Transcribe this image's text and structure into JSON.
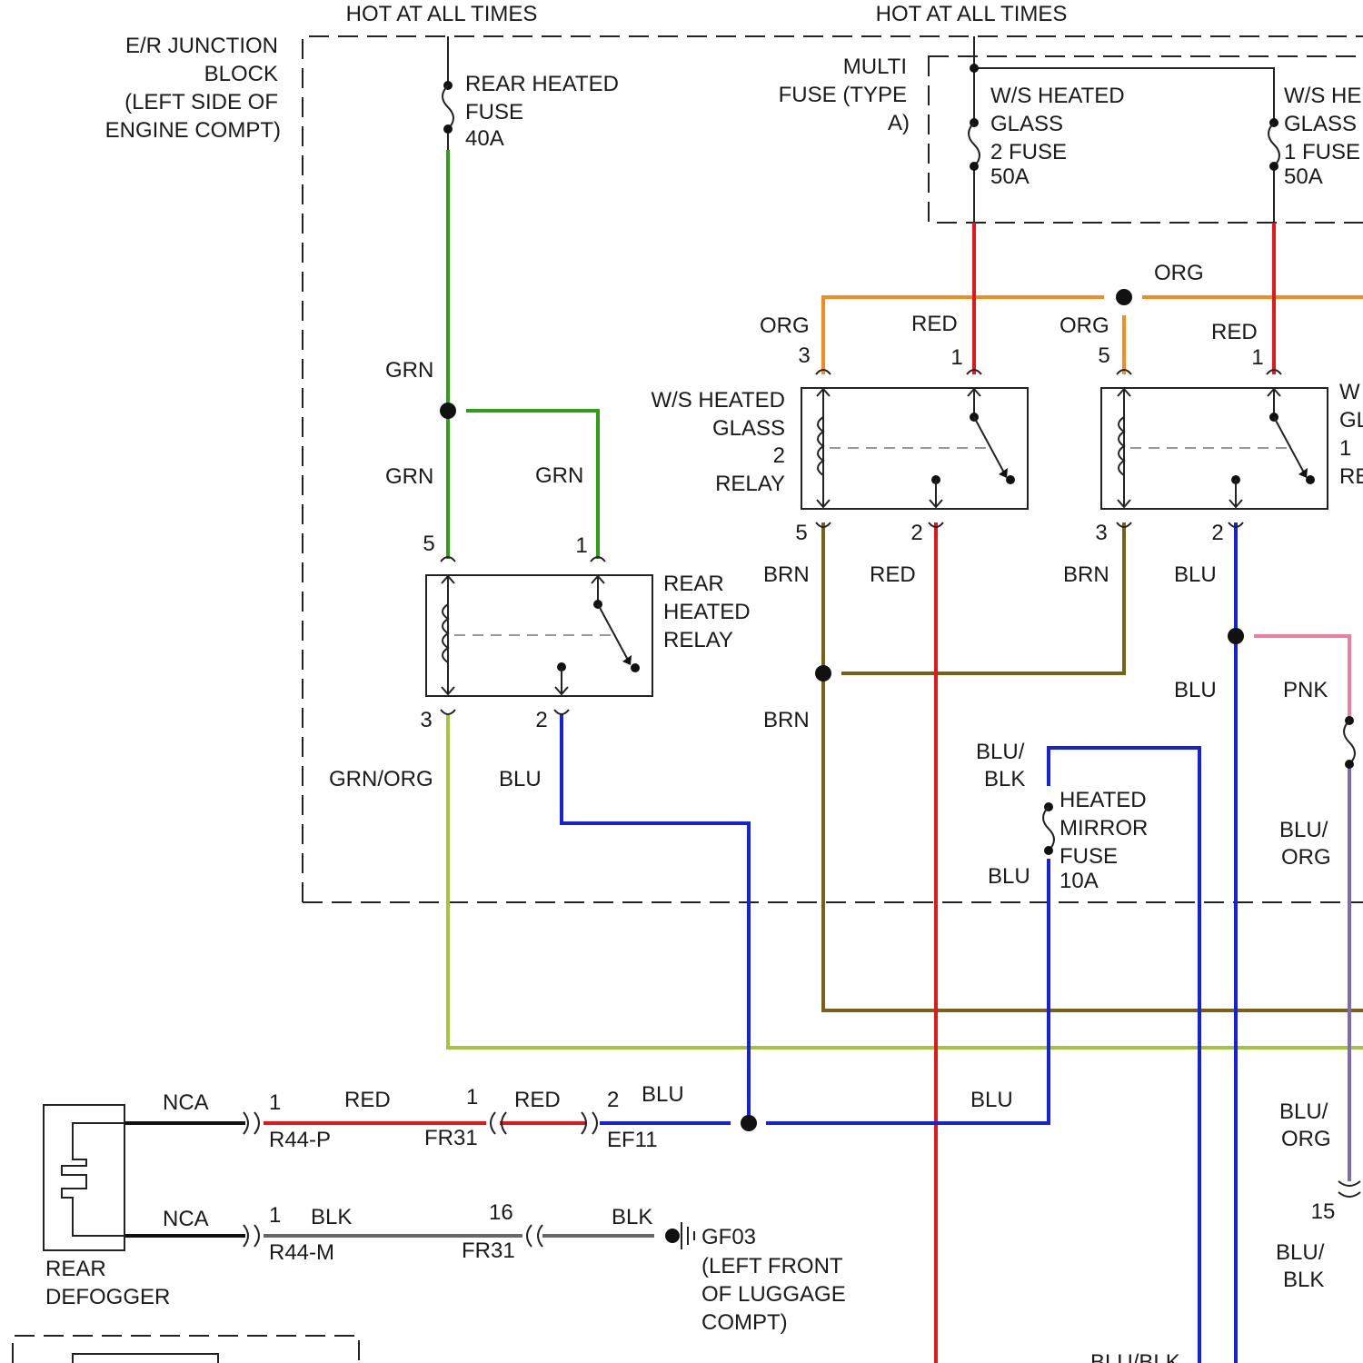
{
  "headers": {
    "hot1": "HOT AT ALL TIMES",
    "hot2": "HOT AT ALL TIMES"
  },
  "junction_block": [
    "E/R JUNCTION",
    "BLOCK",
    "(LEFT SIDE OF",
    "ENGINE COMPT)"
  ],
  "rear_heated_fuse": [
    "REAR HEATED",
    "FUSE",
    "40A"
  ],
  "multi_fuse": [
    "MULTI",
    "FUSE (TYPE",
    "A)"
  ],
  "ws_fuse2": [
    "W/S HEATED",
    "GLASS",
    "2 FUSE",
    "50A"
  ],
  "ws_fuse1": [
    "W/S HE",
    "GLASS",
    "1 FUSE",
    "50A"
  ],
  "ws_relay2": [
    "W/S HEATED",
    "GLASS",
    "2",
    "RELAY"
  ],
  "ws_relay1_partial": [
    "W",
    "GL",
    "1",
    "RE"
  ],
  "rear_relay": [
    "REAR",
    "HEATED",
    "RELAY"
  ],
  "mirror_fuse": [
    "HEATED",
    "MIRROR",
    "FUSE",
    "10A"
  ],
  "ground": [
    "GF03",
    "(LEFT FRONT",
    "OF LUGGAGE",
    "COMPT)"
  ],
  "defogger": [
    "REAR",
    "DEFOGGER"
  ],
  "pins": {
    "rr5": "5",
    "rr1": "1",
    "rr3": "3",
    "rr2": "2",
    "w2_3": "3",
    "w2_1": "1",
    "w2_5": "5",
    "w2_2": "2",
    "w1_5": "5",
    "w1_1": "1",
    "w1_3": "3",
    "w1_2": "2",
    "c15": "15"
  },
  "wires": {
    "grn_top": "GRN",
    "grn_left": "GRN",
    "grn_right": "GRN",
    "grn_org": "GRN/ORG",
    "blu_rr": "BLU",
    "org_top": "ORG",
    "org_w2": "ORG",
    "red_w2": "RED",
    "org_w1": "ORG",
    "red_w1": "RED",
    "brn_w2": "BRN",
    "red_w2_out": "RED",
    "brn_w1": "BRN",
    "blu_w1": "BLU",
    "brn_mid": "BRN",
    "blu_mid": "BLU",
    "pnk": "PNK",
    "blu_blk_top": [
      "BLU/",
      "BLK"
    ],
    "blu_mirror": "BLU",
    "blu_org1": [
      "BLU/",
      "ORG"
    ],
    "blu_org2": [
      "BLU/",
      "ORG"
    ],
    "blu_blk_bot": [
      "BLU/",
      "BLK"
    ],
    "blu_blk_cut": "BLU/BLK",
    "blu_main": "BLU"
  },
  "connectors": {
    "nca1": "NCA",
    "nca2": "NCA",
    "r44p_pin": "1",
    "r44p_wire": "RED",
    "r44p": "R44-P",
    "fr31a_pin": "1",
    "fr31a_wire": "RED",
    "fr31a": "FR31",
    "ef11_pin": "2",
    "ef11_wire": "BLU",
    "ef11": "EF11",
    "r44m_pin": "1",
    "r44m_wire": "BLK",
    "r44m": "R44-M",
    "fr31b_pin": "16",
    "fr31b": "FR31",
    "gf_wire": "BLK"
  },
  "colors": {
    "grn": "#2e9e14",
    "red": "#e01818",
    "org": "#f28c1e",
    "blu": "#1522d6",
    "brn": "#786018",
    "pnk": "#ea7fa0",
    "blk": "#111111",
    "gry": "#666666",
    "grnorg": "#a3c43b",
    "bluorg": "#7d6ab8"
  }
}
